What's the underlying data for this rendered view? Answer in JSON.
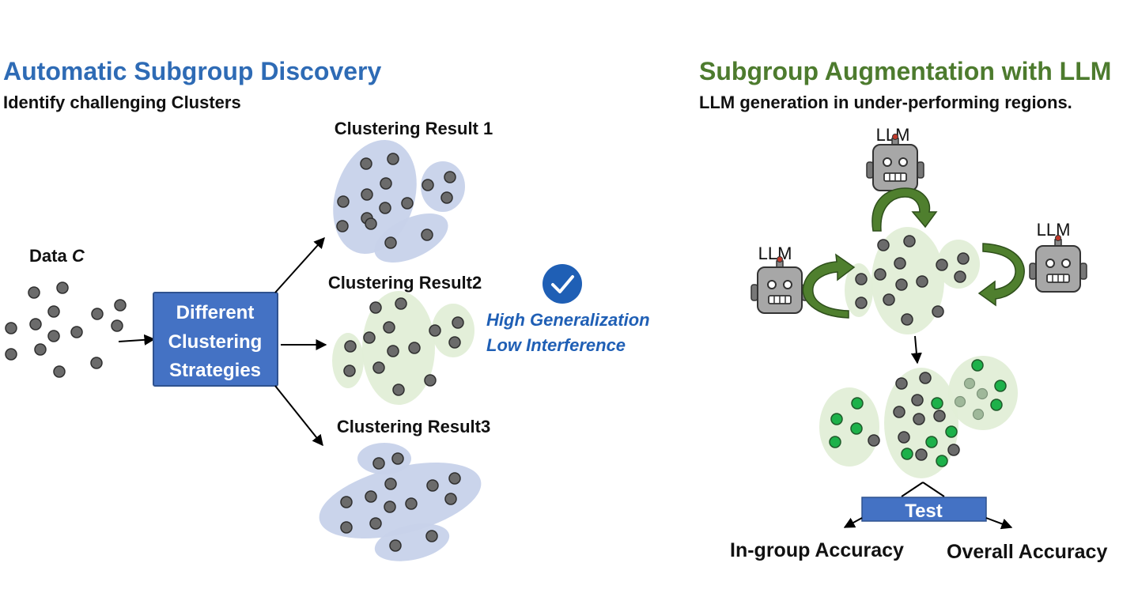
{
  "colors": {
    "left_heading": "#2e6bb5",
    "right_heading": "#4d7b2e",
    "box": "#4472c4",
    "check": "#1f5fb5",
    "blue_cluster": "#c7d2ea",
    "green_cluster": "#e2eed7",
    "new_points": "#1db14a"
  },
  "left": {
    "heading": "Automatic Subgroup Discovery",
    "subheading": "Identify challenging Clusters",
    "data_label": "Data",
    "data_symbol": "C",
    "strategy_box": [
      "Different",
      "Clustering",
      "Strategies"
    ],
    "results": [
      {
        "label": "Clustering Result 1"
      },
      {
        "label": "Clustering Result2"
      },
      {
        "label": "Clustering Result3"
      }
    ],
    "check_icon": "checkmark-circle-icon",
    "properties": [
      "High Generalization",
      "Low Interference"
    ]
  },
  "right": {
    "heading": "Subgroup Augmentation with LLM",
    "subheading": "LLM generation in under-performing regions.",
    "llm_labels": [
      "LLM",
      "LLM",
      "LLM"
    ],
    "robot_icon": "robot-icon",
    "test_label": "Test",
    "outputs": [
      "In-group Accuracy",
      "Overall Accuracy"
    ]
  }
}
